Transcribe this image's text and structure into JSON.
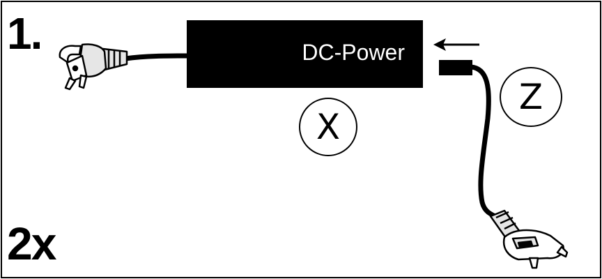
{
  "step": {
    "number": "1."
  },
  "quantity": {
    "text": "2x"
  },
  "adapter": {
    "label": "DC-Power"
  },
  "callouts": {
    "adapter_letter": "X",
    "cable_letter": "Z"
  },
  "colors": {
    "ink": "#000000",
    "paper": "#ffffff"
  }
}
